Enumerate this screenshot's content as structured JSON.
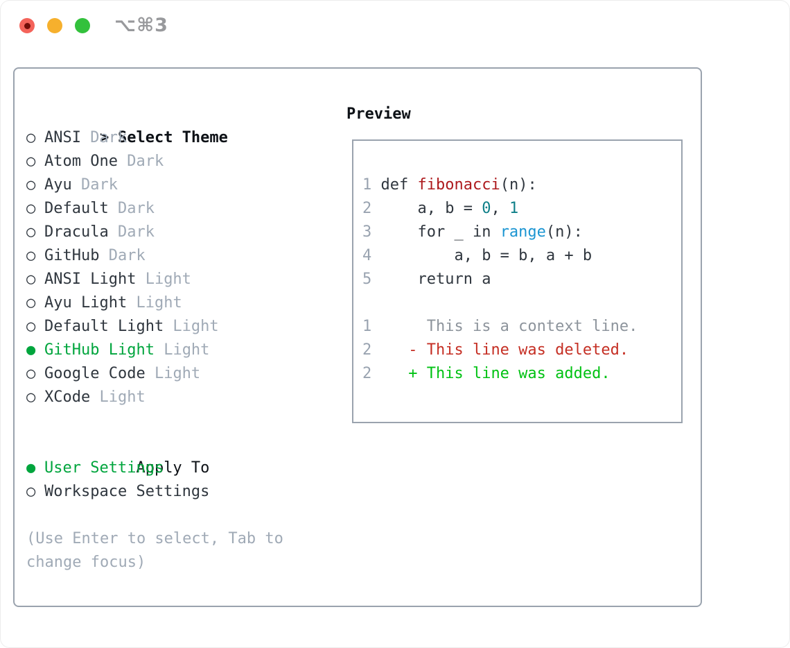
{
  "window": {
    "title": "⌥⌘3"
  },
  "colors": {
    "panel_border": "#9aa3ae",
    "text_dark": "#2f363e",
    "header_black": "#0d1116",
    "muted": "#a0aab6",
    "linenum_gray": "#99a3b0",
    "context_gray": "#8d949c",
    "select_green": "#00a53d",
    "func_red": "#ad1a1d",
    "builtin_blue": "#1b95d2",
    "number_teal": "#0e7f88",
    "diff_red": "#c52f24",
    "diff_green": "#00c213",
    "title_gray": "#98999c",
    "traffic_red": "#f4635a",
    "traffic_red_dot": "#730d08",
    "traffic_yellow": "#f6b02d",
    "traffic_green": "#33c13c"
  },
  "icons": {
    "prompt": ">",
    "radio_selected": "●",
    "radio_unselected": "○"
  },
  "theme_menu": {
    "header": "Select Theme",
    "items": [
      {
        "name": "ANSI",
        "variant": "Dark",
        "selected": false
      },
      {
        "name": "Atom One",
        "variant": "Dark",
        "selected": false
      },
      {
        "name": "Ayu",
        "variant": "Dark",
        "selected": false
      },
      {
        "name": "Default",
        "variant": "Dark",
        "selected": false
      },
      {
        "name": "Dracula",
        "variant": "Dark",
        "selected": false
      },
      {
        "name": "GitHub",
        "variant": "Dark",
        "selected": false
      },
      {
        "name": "ANSI Light",
        "variant": "Light",
        "selected": false
      },
      {
        "name": "Ayu Light",
        "variant": "Light",
        "selected": false
      },
      {
        "name": "Default Light",
        "variant": "Light",
        "selected": false
      },
      {
        "name": "GitHub Light",
        "variant": "Light",
        "selected": true
      },
      {
        "name": "Google Code",
        "variant": "Light",
        "selected": false
      },
      {
        "name": "XCode",
        "variant": "Light",
        "selected": false
      }
    ]
  },
  "apply_to": {
    "header": "Apply To",
    "options": [
      {
        "label": "User Settings",
        "selected": true
      },
      {
        "label": "Workspace Settings",
        "selected": false
      }
    ]
  },
  "hint": "(Use Enter to select, Tab to change focus)",
  "preview": {
    "header": "Preview",
    "lines": [
      {
        "segments": [
          {
            "text": "1",
            "style": "linenum"
          },
          {
            "text": " def ",
            "style": "code"
          },
          {
            "text": "fibonacci",
            "style": "function"
          },
          {
            "text": "(n):",
            "style": "code"
          }
        ]
      },
      {
        "segments": [
          {
            "text": "2",
            "style": "linenum"
          },
          {
            "text": "     a, b = ",
            "style": "code"
          },
          {
            "text": "0",
            "style": "number"
          },
          {
            "text": ", ",
            "style": "code"
          },
          {
            "text": "1",
            "style": "number"
          }
        ]
      },
      {
        "segments": [
          {
            "text": "3",
            "style": "linenum"
          },
          {
            "text": "     for _ in ",
            "style": "code"
          },
          {
            "text": "range",
            "style": "builtin"
          },
          {
            "text": "(n):",
            "style": "code"
          }
        ]
      },
      {
        "segments": [
          {
            "text": "4",
            "style": "linenum"
          },
          {
            "text": "         a, b = b, a + b",
            "style": "code"
          }
        ]
      },
      {
        "segments": [
          {
            "text": "5",
            "style": "linenum"
          },
          {
            "text": "     return a",
            "style": "code"
          }
        ]
      },
      {
        "segments": []
      },
      {
        "segments": [
          {
            "text": "1",
            "style": "linenum"
          },
          {
            "text": "      This is a context line.",
            "style": "context"
          }
        ]
      },
      {
        "segments": [
          {
            "text": "2",
            "style": "linenum"
          },
          {
            "text": "    ",
            "style": "code"
          },
          {
            "text": "- This line was deleted.",
            "style": "removed"
          }
        ]
      },
      {
        "segments": [
          {
            "text": "2",
            "style": "linenum"
          },
          {
            "text": "    ",
            "style": "code"
          },
          {
            "text": "+ This line was added.",
            "style": "added"
          }
        ]
      }
    ]
  }
}
